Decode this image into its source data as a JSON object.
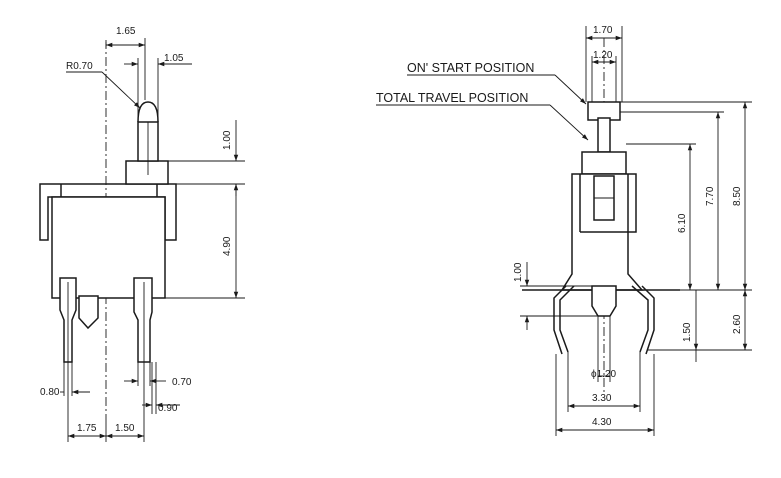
{
  "left_view": {
    "dims": {
      "top_width": "1.65",
      "radius": "R0.70",
      "stem_width": "1.05",
      "cap_height": "1.00",
      "body_height": "4.90",
      "pin_width_left": "0.80",
      "pin_width_right": "0.70",
      "pin_thickness": "0.90",
      "pitch_left": "1.75",
      "pitch_right": "1.50"
    }
  },
  "right_view": {
    "labels": {
      "on_start": "ON' START POSITION",
      "total_travel": "TOTAL TRAVEL POSITION"
    },
    "dims": {
      "top_outer": "1.70",
      "top_inner": "1.20",
      "h_610": "6.10",
      "h_770": "7.70",
      "h_850": "8.50",
      "h_260": "2.60",
      "h_150": "1.50",
      "h_100": "1.00",
      "post_dia": "ϕ1.20",
      "w_330": "3.30",
      "w_430": "4.30"
    }
  }
}
